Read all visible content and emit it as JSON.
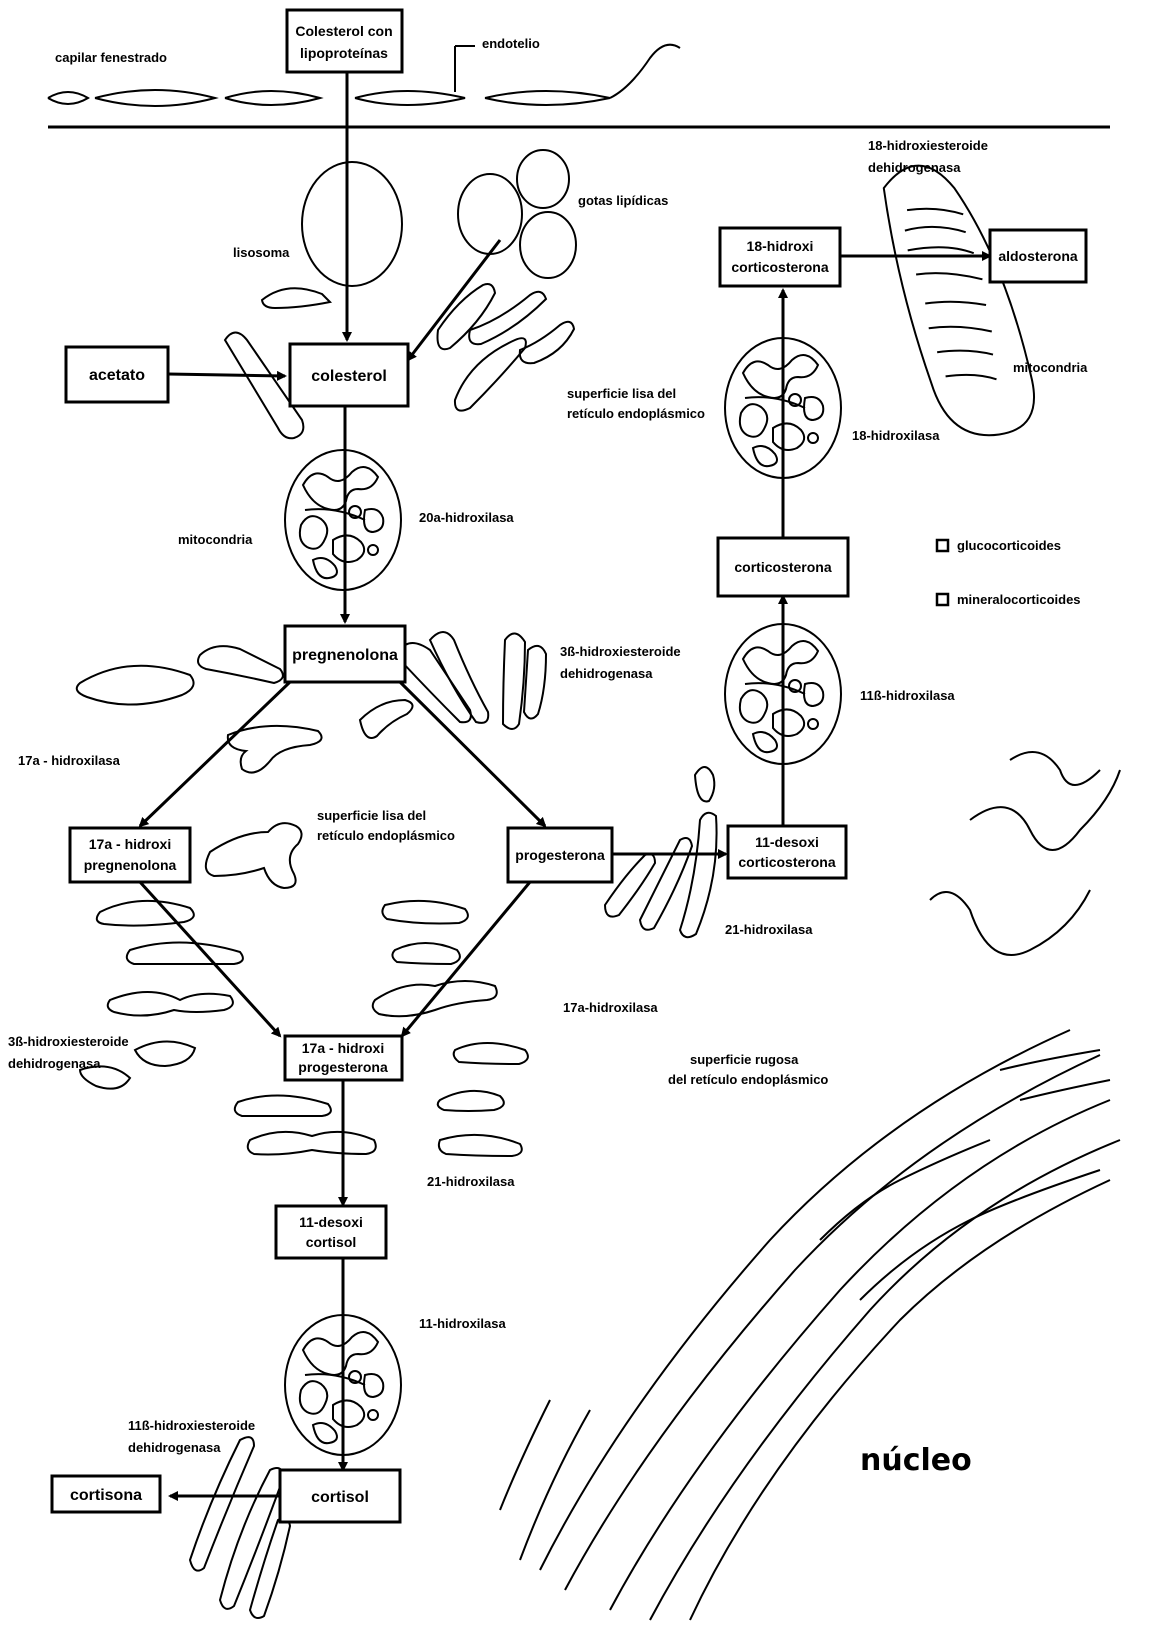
{
  "labels": {
    "capillary": "capilar fenestrado",
    "endothelium": "endotelio",
    "lysosome": "lisosoma",
    "lipid_drops": "gotas lipídicas",
    "smooth_er_1_line1": "superficie lisa del",
    "smooth_er_1_line2": "retículo endoplásmico",
    "mito_left": "mitocondria",
    "enz_20a": "20a-hidroxilasa",
    "enz_3b_top_line1": "3ß-hidroxiesteroide",
    "enz_3b_top_line2": "dehidrogenasa",
    "enz_17a_left": "17a - hidroxilasa",
    "smooth_er_2_line1": "superficie lisa del",
    "smooth_er_2_line2": "retículo endoplásmico",
    "enz_17a_right": "17a-hidroxilasa",
    "enz_3b_left_line1": "3ß-hidroxiesteroide",
    "enz_3b_left_line2": "dehidrogenasa",
    "enz_21_low": "21-hidroxilasa",
    "enz_11_low": "11-hidroxilasa",
    "enz_11b_line1": "11ß-hidroxiesteroide",
    "enz_11b_line2": "dehidrogenasa",
    "enz_21_right": "21-hidroxilasa",
    "enz_11b_right": "11ß-hidroxilasa",
    "enz_18_hydroxylase": "18-hidroxilasa",
    "enz_18_dh_line1": "18-hidroxiesteroide",
    "enz_18_dh_line2": "dehidrogenasa",
    "mito_right": "mitocondria",
    "rough_er_line1": "superficie rugosa",
    "rough_er_line2": "del retículo endoplásmico",
    "nucleus": "núcleo"
  },
  "boxes": {
    "chol_lipo_line1": "Colesterol con",
    "chol_lipo_line2": "lipoproteínas",
    "acetato": "acetato",
    "colesterol": "colesterol",
    "pregnenolona": "pregnenolona",
    "oh_preg_line1": "17a - hidroxi",
    "oh_preg_line2": "pregnenolona",
    "progesterona": "progesterona",
    "oh_prog_line1": "17a - hidroxi",
    "oh_prog_line2": "progesterona",
    "deoxi_cortisol_line1": "11-desoxi",
    "deoxi_cortisol_line2": "cortisol",
    "cortisol": "cortisol",
    "cortisona": "cortisona",
    "deoxi_cortico_line1": "11-desoxi",
    "deoxi_cortico_line2": "corticosterona",
    "corticosterona": "corticosterona",
    "oh_cortico_line1": "18-hidroxi",
    "oh_cortico_line2": "corticosterona",
    "aldosterona": "aldosterona"
  },
  "legend": {
    "glucocorticoids": "glucocorticoides",
    "mineralocorticoids": "mineralocorticoides"
  }
}
